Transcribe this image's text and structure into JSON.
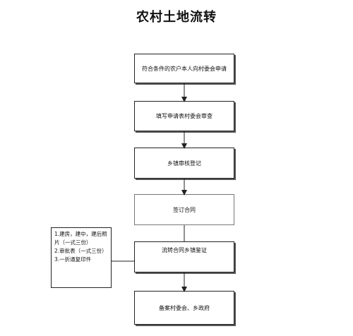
{
  "title": "农村土地流转",
  "steps": [
    "符合条件的农户本人向村委会申请",
    "填写申请表村委会审查",
    "乡镇审核登记",
    "签订合同",
    "流转合同乡镇鉴证",
    "备案村委会、乡政府"
  ],
  "note": {
    "lines": [
      "1.建房，建中，建后照片（一式三份）",
      "2.审批表（一式三份）",
      "3.一折通复印件"
    ]
  }
}
